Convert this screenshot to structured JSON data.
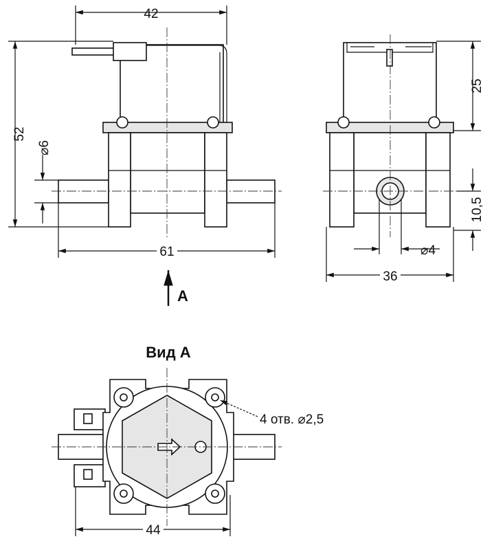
{
  "dimensions": {
    "front_width": "42",
    "front_height": "52",
    "pipe_diameter": "⌀6",
    "overall_length": "61",
    "coil_height": "25",
    "port_height": "10,5",
    "port_diameter": "⌀4",
    "side_width": "36",
    "bottom_width": "44"
  },
  "view_arrow_label": "A",
  "view_a_title": "Вид А",
  "holes_label": "4 отв. ⌀2,5"
}
